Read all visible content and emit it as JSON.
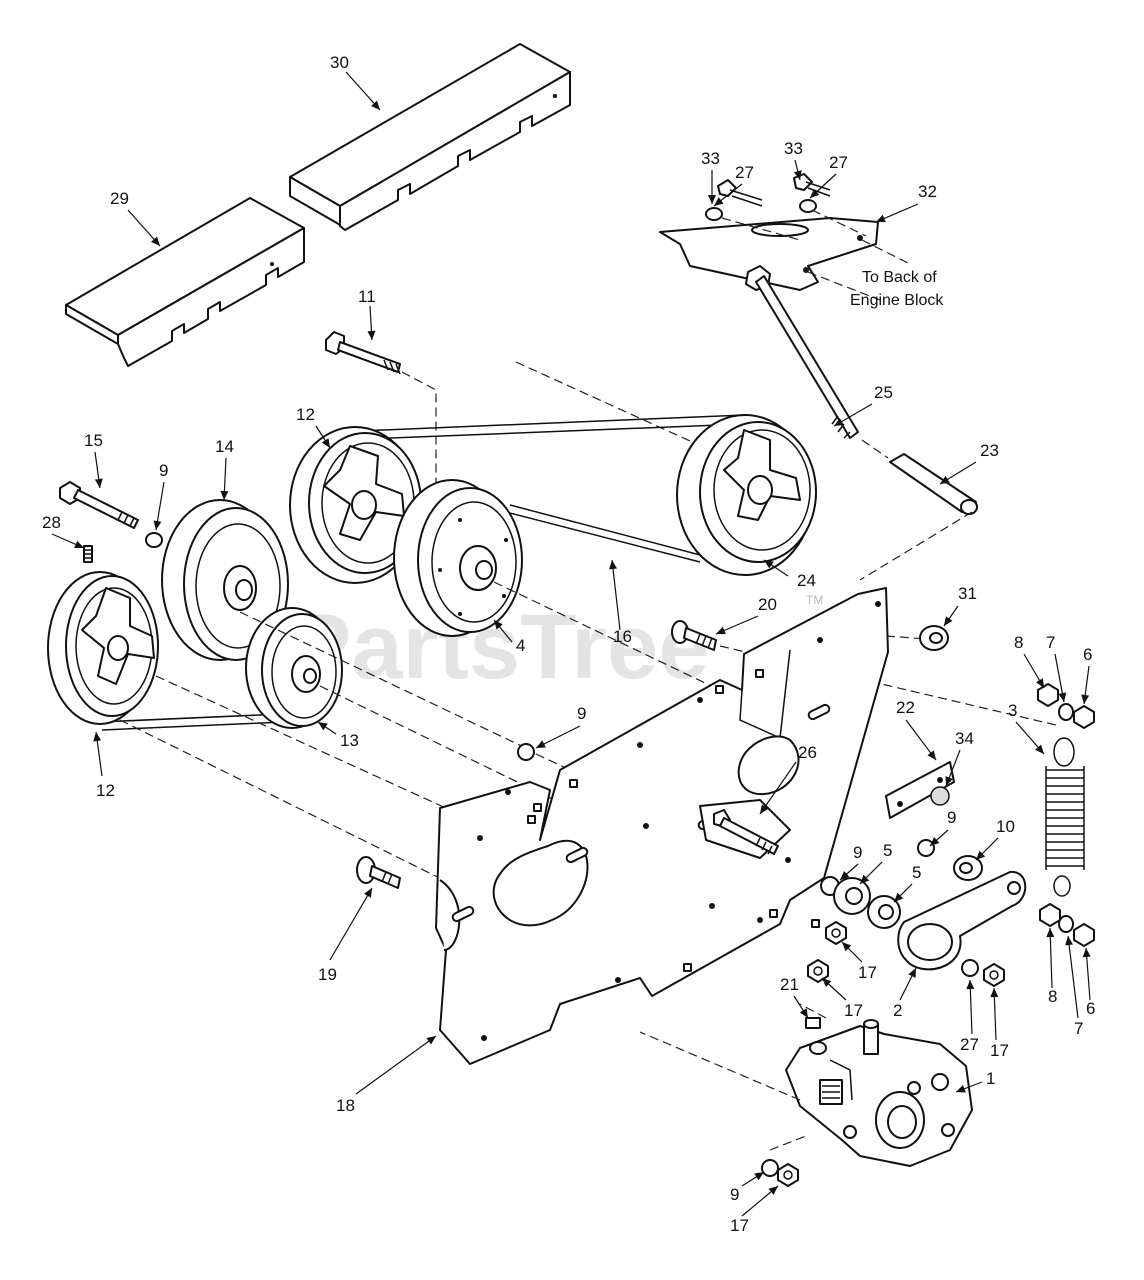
{
  "watermark": {
    "text": "PartsTree",
    "trademark": "TM"
  },
  "note": {
    "line1": "To Back of",
    "line2": "Engine Block"
  },
  "callouts": [
    {
      "id": "c30",
      "text": "30"
    },
    {
      "id": "c29",
      "text": "29"
    },
    {
      "id": "c33a",
      "text": "33"
    },
    {
      "id": "c27a",
      "text": "27"
    },
    {
      "id": "c33b",
      "text": "33"
    },
    {
      "id": "c27b",
      "text": "27"
    },
    {
      "id": "c32",
      "text": "32"
    },
    {
      "id": "c11",
      "text": "11"
    },
    {
      "id": "c25",
      "text": "25"
    },
    {
      "id": "c23",
      "text": "23"
    },
    {
      "id": "c12a",
      "text": "12"
    },
    {
      "id": "c15",
      "text": "15"
    },
    {
      "id": "c14",
      "text": "14"
    },
    {
      "id": "c9a",
      "text": "9"
    },
    {
      "id": "c28",
      "text": "28"
    },
    {
      "id": "c24",
      "text": "24"
    },
    {
      "id": "c16",
      "text": "16"
    },
    {
      "id": "c20",
      "text": "20"
    },
    {
      "id": "c31",
      "text": "31"
    },
    {
      "id": "c4",
      "text": "4"
    },
    {
      "id": "c8a",
      "text": "8"
    },
    {
      "id": "c7a",
      "text": "7"
    },
    {
      "id": "c6a",
      "text": "6"
    },
    {
      "id": "c3",
      "text": "3"
    },
    {
      "id": "c13",
      "text": "13"
    },
    {
      "id": "c9b",
      "text": "9"
    },
    {
      "id": "c22",
      "text": "22"
    },
    {
      "id": "c34",
      "text": "34"
    },
    {
      "id": "c12b",
      "text": "12"
    },
    {
      "id": "c26",
      "text": "26"
    },
    {
      "id": "c9c",
      "text": "9"
    },
    {
      "id": "c10",
      "text": "10"
    },
    {
      "id": "c9d",
      "text": "9"
    },
    {
      "id": "c5a",
      "text": "5"
    },
    {
      "id": "c5b",
      "text": "5"
    },
    {
      "id": "c19",
      "text": "19"
    },
    {
      "id": "c17a",
      "text": "17"
    },
    {
      "id": "c21",
      "text": "21"
    },
    {
      "id": "c17b",
      "text": "17"
    },
    {
      "id": "c2",
      "text": "2"
    },
    {
      "id": "c8b",
      "text": "8"
    },
    {
      "id": "c7b",
      "text": "7"
    },
    {
      "id": "c6b",
      "text": "6"
    },
    {
      "id": "c27c",
      "text": "27"
    },
    {
      "id": "c17c",
      "text": "17"
    },
    {
      "id": "c1",
      "text": "1"
    },
    {
      "id": "c18",
      "text": "18"
    },
    {
      "id": "c9e",
      "text": "9"
    },
    {
      "id": "c17d",
      "text": "17"
    }
  ]
}
